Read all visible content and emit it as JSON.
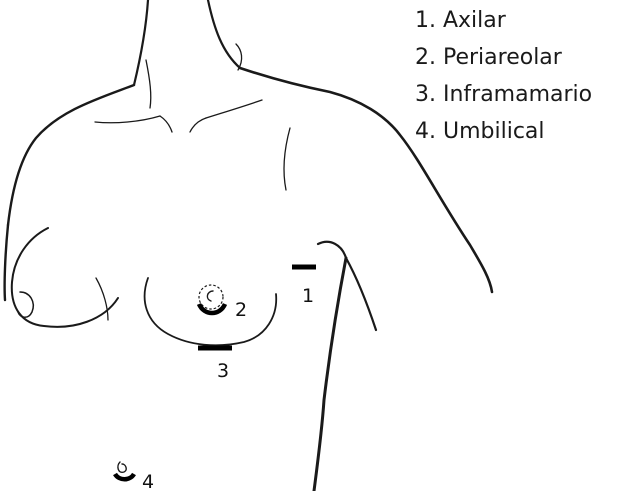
{
  "legend": {
    "items": [
      "1. Axilar",
      "2. Periareolar",
      "3. Inframamario",
      "4. Umbilical"
    ]
  },
  "markers": {
    "axilar": "1",
    "periareolar": "2",
    "inframamario": "3",
    "umbilical": "4"
  }
}
